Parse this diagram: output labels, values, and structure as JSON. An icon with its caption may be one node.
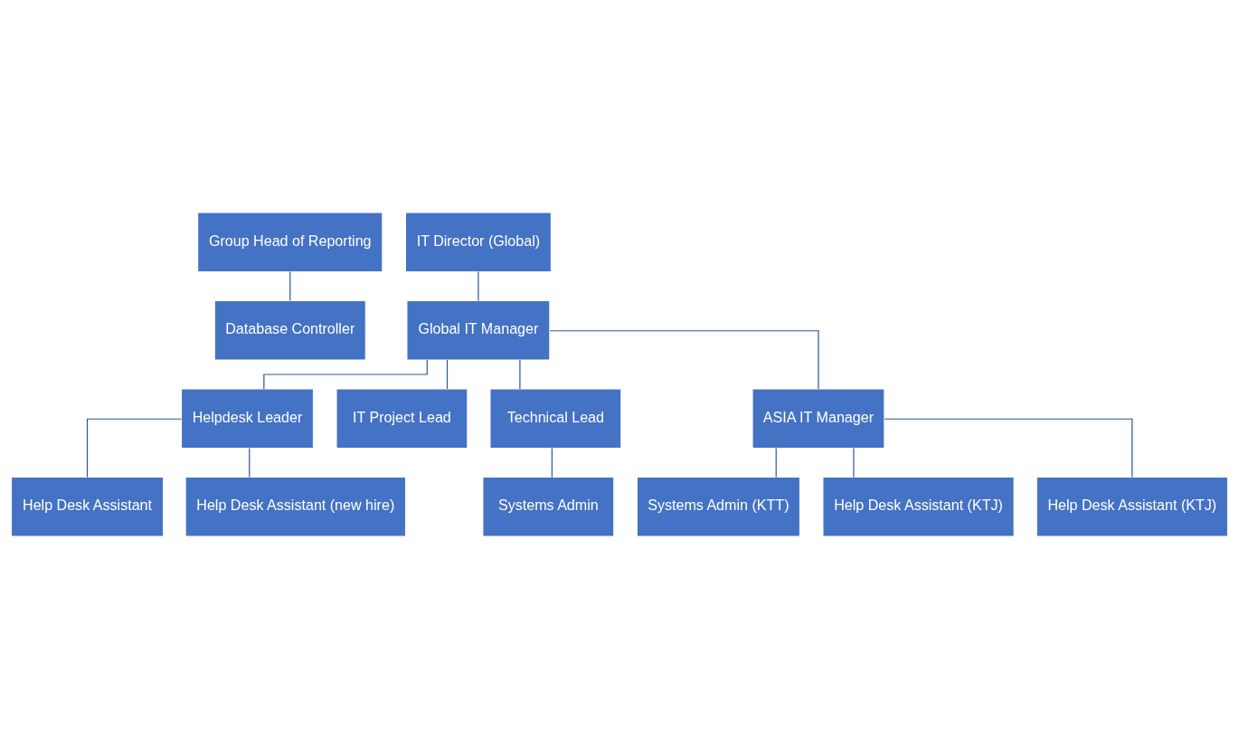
{
  "diagram": {
    "nodes": [
      {
        "text": [
          "Group Head of Reporting"
        ]
      },
      {
        "text": [
          "Database Controller"
        ]
      },
      {
        "text": [
          "IT Director (Global)"
        ]
      },
      {
        "text": [
          "Global IT Manager"
        ]
      },
      {
        "text": [
          "Helpdesk Leader"
        ]
      },
      {
        "text": [
          "IT Project Lead"
        ]
      },
      {
        "text": [
          "Technical Lead"
        ]
      },
      {
        "text": [
          "ASIA IT Manager"
        ]
      },
      {
        "text": [
          "Help Desk Assistant"
        ]
      },
      {
        "text": [
          "Help Desk Assistant (new hire)"
        ]
      },
      {
        "text": [
          "Systems Admin"
        ]
      },
      {
        "text": [
          "Systems Admin (KTT)"
        ]
      },
      {
        "text": [
          "Help Desk Assistant (KTJ)"
        ]
      },
      {
        "text": [
          "Help Desk Assistant (KTJ)"
        ]
      }
    ],
    "edges": [
      {
        "from": 0,
        "to": 1,
        "arrow": "none"
      },
      {
        "from": 2,
        "to": 3,
        "arrow": "none"
      },
      {
        "from": 3,
        "to": 4,
        "arrow": "none"
      },
      {
        "from": 3,
        "to": 5,
        "arrow": "none"
      },
      {
        "from": 3,
        "to": 6,
        "arrow": "none"
      },
      {
        "from": 3,
        "to": 7,
        "arrow": "none"
      },
      {
        "from": 4,
        "to": 8,
        "arrow": "none"
      },
      {
        "from": 4,
        "to": 9,
        "arrow": "none"
      },
      {
        "from": 6,
        "to": 10,
        "arrow": "none"
      },
      {
        "from": 7,
        "to": 11,
        "arrow": "none"
      },
      {
        "from": 7,
        "to": 12,
        "arrow": "none"
      },
      {
        "from": 7,
        "to": 13,
        "arrow": "none"
      }
    ]
  }
}
